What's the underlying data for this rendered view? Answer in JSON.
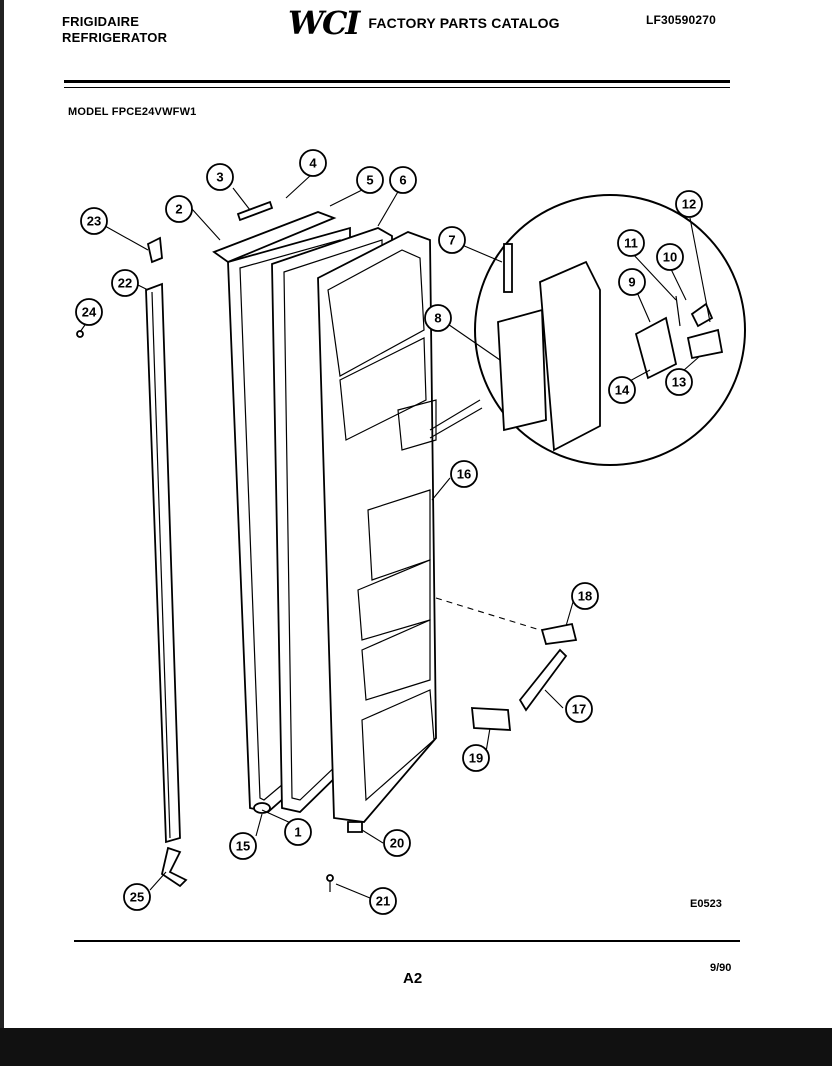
{
  "header": {
    "brand_line1": "FRIGIDAIRE",
    "brand_line2": "REFRIGERATOR",
    "logo": "WCI",
    "catalog_title": "FACTORY PARTS CATALOG",
    "doc_number": "LF30590270"
  },
  "model": "MODEL FPCE24VWFW1",
  "diagram_code": "E0523",
  "page_label": "A2",
  "date": "9/90",
  "callouts": [
    "1",
    "2",
    "3",
    "4",
    "5",
    "6",
    "7",
    "8",
    "9",
    "10",
    "11",
    "12",
    "13",
    "14",
    "15",
    "16",
    "17",
    "18",
    "19",
    "20",
    "21",
    "22",
    "23",
    "24",
    "25"
  ]
}
